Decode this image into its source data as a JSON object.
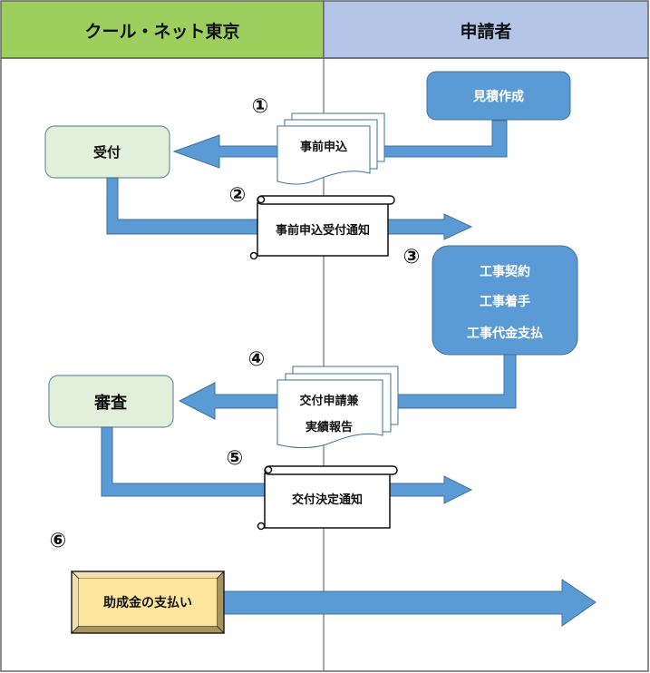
{
  "lanes": [
    {
      "id": "left",
      "label": "クール・ネット東京",
      "header_color": "#9ccf5e"
    },
    {
      "id": "right",
      "label": "申請者",
      "header_color": "#b4c6e7"
    }
  ],
  "colors": {
    "arrow": "#5b9bd5",
    "arrow_stroke": "#41719c",
    "process_green_fill": "#e2efda",
    "process_green_stroke": "#6f8f9f",
    "process_blue_fill": "#5b9bd5",
    "payment_fill": "#fde59b",
    "payment_bevel": "#c9b47c",
    "divider": "#555555"
  },
  "steps": {
    "s1": "①",
    "s2": "②",
    "s3": "③",
    "s4": "④",
    "s5": "⑤",
    "s6": "⑥"
  },
  "boxes": {
    "estimate": "見積作成",
    "reception": "受付",
    "contract_lines": [
      "工事契約",
      "工事着手",
      "工事代金支払"
    ],
    "review": "審査",
    "payment": "助成金の支払い"
  },
  "documents": {
    "pre_application": "事前申込",
    "pre_application_notice": "事前申込受付通知",
    "grant_application_lines": [
      "交付申請兼",
      "実績報告"
    ],
    "decision_notice": "交付決定通知"
  }
}
